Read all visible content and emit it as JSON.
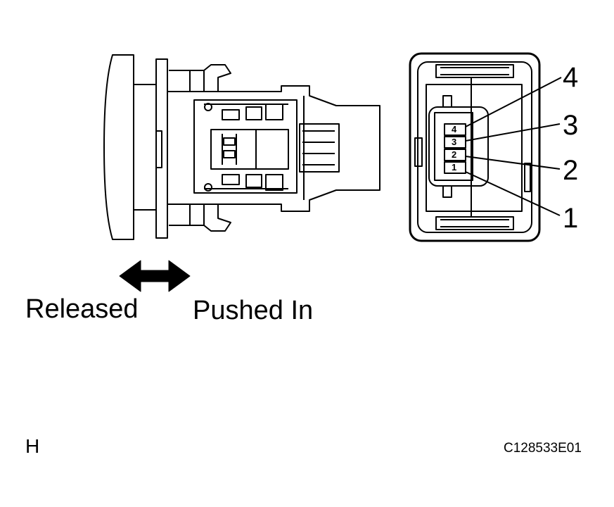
{
  "labels": {
    "released": "Released",
    "pushed_in": "Pushed In",
    "corner_letter": "H",
    "figure_code": "C128533E01"
  },
  "pins": [
    "1",
    "2",
    "3",
    "4"
  ],
  "connector_pins": [
    "1",
    "2",
    "3",
    "4"
  ]
}
